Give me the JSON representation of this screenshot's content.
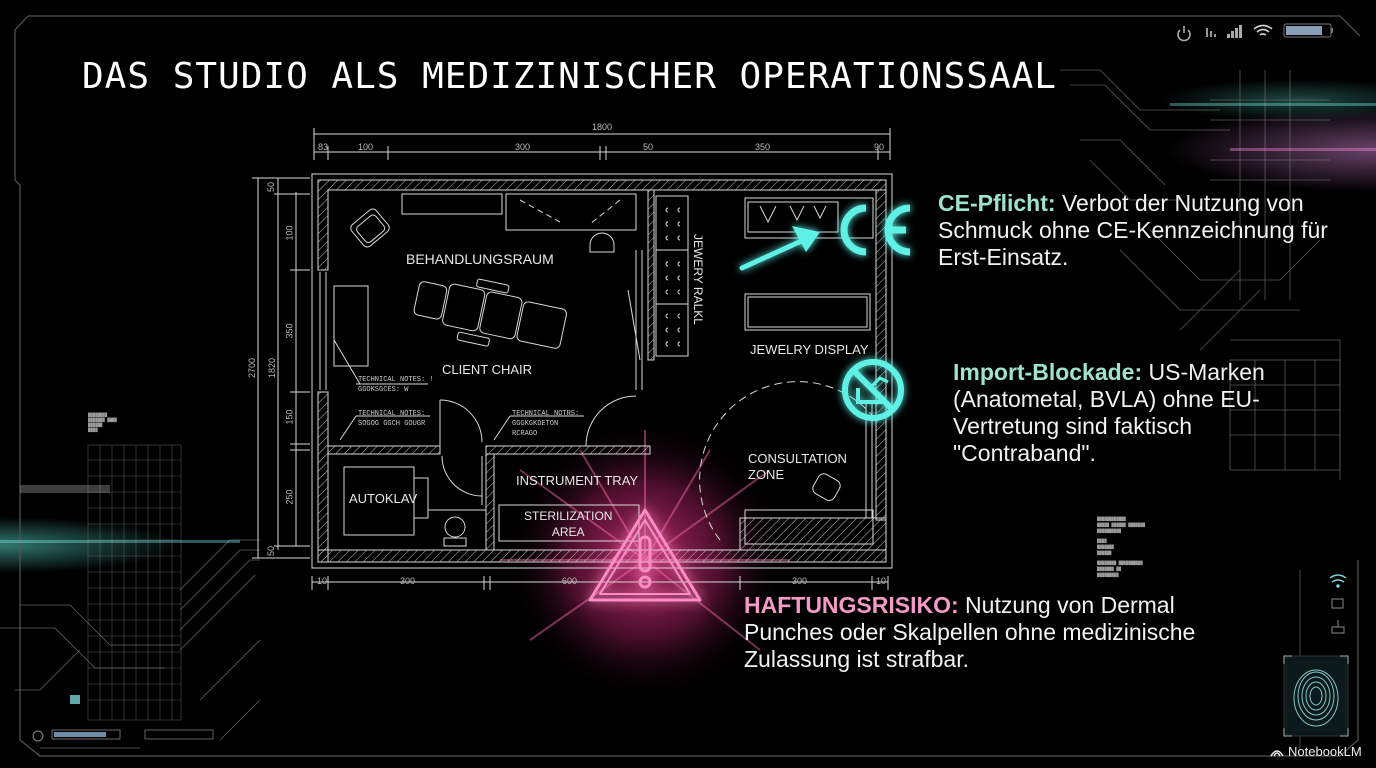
{
  "title": "DAS STUDIO ALS MEDIZINISCHER OPERATIONSSAAL",
  "floor_plan": {
    "rooms": {
      "treatment": "BEHANDLUNGSRAUM",
      "client_chair": "CLIENT CHAIR",
      "jewelry_rack": "JEWERY RALKL",
      "jewelry_display": "JEWELRY DISPLAY",
      "consultation": [
        "CONSULTATION",
        "ZONE"
      ],
      "autoclave": "AUTOKLAV",
      "instrument_tray": "INSTRUMENT TRAY",
      "sterilization": [
        "STERILIZATION",
        "AREA"
      ]
    },
    "technical_notes": [
      [
        "TECHNICAL NOTES: !",
        "GGOKSGCES: W"
      ],
      [
        "TECHNICAL NOTES:",
        "SOGOG GGCH GOUGR"
      ],
      [
        "TECHNICAL NOTRS:",
        "GGGKGKDETON",
        "RCRAGO"
      ]
    ],
    "dimensions_top": {
      "total": "1800",
      "segments": [
        "83",
        "100",
        "300",
        "50",
        "350",
        "90"
      ]
    },
    "dimensions_left": {
      "total": "2700",
      "sub_total": "1820",
      "segments": [
        "50",
        "100",
        "350",
        "150",
        "250",
        "50"
      ]
    },
    "dimensions_bottom": [
      "10",
      "300",
      "600",
      "300",
      "10"
    ]
  },
  "callouts": [
    {
      "key": "CE-Pflicht:",
      "text": " Verbot der Nutzung von Schmuck ohne CE-Kennzeichnung für Erst-Einsatz.",
      "icon": "ce-mark-icon",
      "color": "#9fe3cf"
    },
    {
      "key": "Import-Blockade:",
      "text": " US-Marken (Anatometal, BVLA) ohne EU-Vertretung sind faktisch \"Contraband\".",
      "icon": "no-import-icon",
      "color": "#9fe3cf"
    },
    {
      "key": "HAFTUNGSRISIKO:",
      "text": " Nutzung von Dermal Punches oder Skalpellen ohne medizinische Zulassung ist strafbar.",
      "icon": "warning-icon",
      "color": "#f39ac6"
    }
  ],
  "hud": {
    "status_icons": [
      "power-icon",
      "chart-icon",
      "signal-icon",
      "wifi-icon",
      "battery-icon"
    ],
    "side_icons": [
      "wifi-icon",
      "monitor-icon",
      "usb-icon",
      "fingerprint-icon"
    ]
  },
  "colors": {
    "cyan": "#5ef0e6",
    "pink": "#ff4fa0",
    "line": "#d8d8d8"
  },
  "brand": "NotebookLM"
}
